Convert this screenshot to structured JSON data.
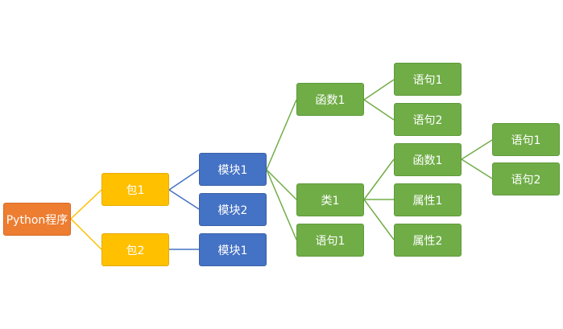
{
  "colors": {
    "root": "#ED7D31",
    "package": "#FFC000",
    "module": "#4472C4",
    "element": "#70AD47",
    "line_blue": "#4472C4",
    "line_green": "#70AD47",
    "line_yellow": "#FFC000"
  },
  "nodes": {
    "root": "Python程序",
    "package1": "包1",
    "package2": "包2",
    "p1_module1": "模块1",
    "p1_module2": "模块2",
    "p2_module1": "模块1",
    "m1_function1": "函数1",
    "m1_class1": "类1",
    "m1_statement1": "语句1",
    "f1_statement1": "语句1",
    "f1_statement2": "语句2",
    "c1_function1": "函数1",
    "c1_attribute1": "属性1",
    "c1_attribute2": "属性2",
    "cf1_statement1": "语句1",
    "cf1_statement2": "语句2"
  }
}
